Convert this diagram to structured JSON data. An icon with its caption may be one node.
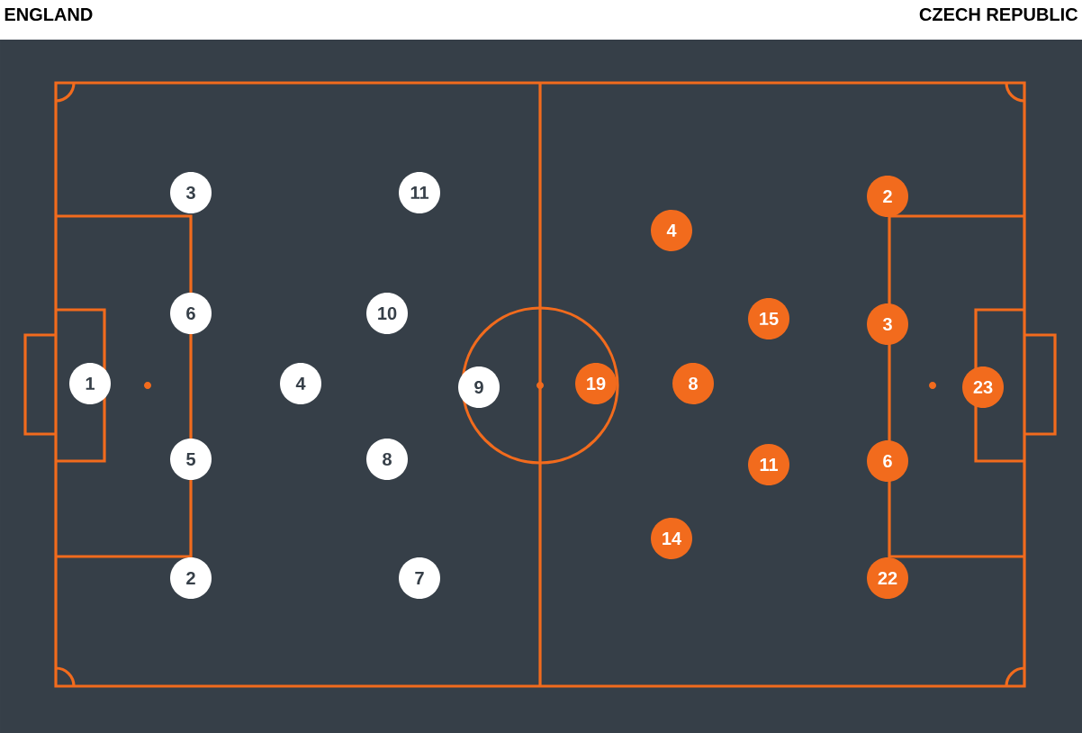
{
  "diagram": {
    "nodes": [
      {
        "text": [
          "3"
        ]
      },
      {
        "text": [
          "11"
        ]
      },
      {
        "text": [
          "6"
        ]
      },
      {
        "text": [
          "10"
        ]
      },
      {
        "text": [
          "1"
        ]
      },
      {
        "text": [
          "4"
        ]
      },
      {
        "text": [
          "9"
        ]
      },
      {
        "text": [
          "5"
        ]
      },
      {
        "text": [
          "8"
        ]
      },
      {
        "text": [
          "2"
        ]
      },
      {
        "text": [
          "7"
        ]
      },
      {
        "text": [
          "2"
        ]
      },
      {
        "text": [
          "4"
        ]
      },
      {
        "text": [
          "15"
        ]
      },
      {
        "text": [
          "3"
        ]
      },
      {
        "text": [
          "19"
        ]
      },
      {
        "text": [
          "8"
        ]
      },
      {
        "text": [
          "23"
        ]
      },
      {
        "text": [
          "11"
        ]
      },
      {
        "text": [
          "6"
        ]
      },
      {
        "text": [
          "14"
        ]
      },
      {
        "text": [
          "22"
        ]
      }
    ],
    "labels": [
      "ENGLAND",
      "CZECH REPUBLIC"
    ]
  }
}
